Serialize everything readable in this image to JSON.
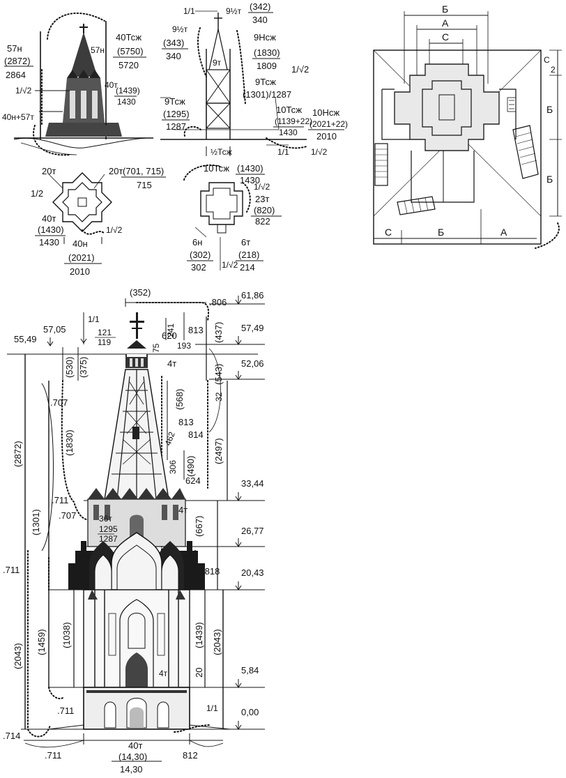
{
  "elevation_small": {
    "labels": [
      {
        "id": "57n",
        "text": "57н"
      },
      {
        "id": "2872p",
        "text": "(2872)"
      },
      {
        "id": "2864",
        "text": "2864"
      },
      {
        "id": "inv_sqrt2_a",
        "text": "1/√2"
      },
      {
        "id": "40n57t",
        "text": "40н+57т"
      },
      {
        "id": "57n_top",
        "text": "57н"
      },
      {
        "id": "40tszh",
        "text": "40Тсж"
      },
      {
        "id": "5750p",
        "text": "(5750)"
      },
      {
        "id": "5720",
        "text": "5720"
      },
      {
        "id": "40t",
        "text": "40т"
      },
      {
        "id": "1439p",
        "text": "(1439)"
      },
      {
        "id": "1430",
        "text": "1430"
      }
    ]
  },
  "section_small": {
    "labels": [
      {
        "id": "one_over_one",
        "text": "1/1"
      },
      {
        "id": "nine_half_t_a",
        "text": "9½т"
      },
      {
        "id": "342p",
        "text": "(342)"
      },
      {
        "id": "340a",
        "text": "340"
      },
      {
        "id": "nine_half_t_b",
        "text": "9½т"
      },
      {
        "id": "343p",
        "text": "(343)"
      },
      {
        "id": "340b",
        "text": "340"
      },
      {
        "id": "9t",
        "text": "9т"
      },
      {
        "id": "9nszh",
        "text": "9Нсж"
      },
      {
        "id": "1830p",
        "text": "(1830)"
      },
      {
        "id": "1809",
        "text": "1809"
      },
      {
        "id": "inv_sqrt2_b",
        "text": "1/√2"
      },
      {
        "id": "9tszh_a",
        "text": "9Тсж"
      },
      {
        "id": "1301_1287",
        "text": "(1301)/1287"
      },
      {
        "id": "9tszh_b",
        "text": "9Тсж"
      },
      {
        "id": "1295p",
        "text": "(1295)"
      },
      {
        "id": "1287",
        "text": "1287"
      },
      {
        "id": "10tszh_a",
        "text": "10Тсж"
      },
      {
        "id": "1139p",
        "text": "(1139+22)"
      },
      {
        "id": "1430b",
        "text": "1430"
      },
      {
        "id": "10nszh",
        "text": "10Нсж"
      },
      {
        "id": "2021p",
        "text": "(2021+22)"
      },
      {
        "id": "2010",
        "text": "2010"
      },
      {
        "id": "half_tszh",
        "text": "½Тсж"
      },
      {
        "id": "one_one",
        "text": "1/1"
      },
      {
        "id": "inv_sqrt2_c",
        "text": "1/√2"
      }
    ]
  },
  "plan_small_left": {
    "labels": [
      {
        "id": "20t_a",
        "text": "20т"
      },
      {
        "id": "20t_b",
        "text": "20т"
      },
      {
        "id": "701p",
        "text": "(701, 715)"
      },
      {
        "id": "715",
        "text": "715"
      },
      {
        "id": "half",
        "text": "1/2"
      },
      {
        "id": "40t_b",
        "text": "40т"
      },
      {
        "id": "1430p",
        "text": "(1430)"
      },
      {
        "id": "1430c",
        "text": "1430"
      },
      {
        "id": "inv_sqrt2_d",
        "text": "1/√2"
      },
      {
        "id": "40n",
        "text": "40н"
      },
      {
        "id": "2021p_b",
        "text": "(2021)"
      },
      {
        "id": "2010b",
        "text": "2010"
      }
    ]
  },
  "plan_small_right": {
    "labels": [
      {
        "id": "10tszh_b",
        "text": "10Тсж"
      },
      {
        "id": "1430p_b",
        "text": "(1430)"
      },
      {
        "id": "1430d",
        "text": "1430"
      },
      {
        "id": "inv_sqrt2_e",
        "text": "1/√2"
      },
      {
        "id": "23t",
        "text": "23т"
      },
      {
        "id": "820p",
        "text": "(820)"
      },
      {
        "id": "822",
        "text": "822"
      },
      {
        "id": "6n",
        "text": "6н"
      },
      {
        "id": "302p",
        "text": "(302)"
      },
      {
        "id": "302",
        "text": "302"
      },
      {
        "id": "6t",
        "text": "6т"
      },
      {
        "id": "218p",
        "text": "(218)"
      },
      {
        "id": "214",
        "text": "214"
      },
      {
        "id": "inv_sqrt2_f",
        "text": "1/√2"
      }
    ]
  },
  "plan_large": {
    "top": [
      {
        "id": "B_top",
        "text": "Б"
      },
      {
        "id": "A_top",
        "text": "А"
      },
      {
        "id": "C_top",
        "text": "С"
      }
    ],
    "right": [
      {
        "id": "C_right",
        "text": "С"
      },
      {
        "id": "two_right",
        "text": "2"
      },
      {
        "id": "B_right_a",
        "text": "Б"
      },
      {
        "id": "B_right_b",
        "text": "Б"
      }
    ],
    "bottom": [
      {
        "id": "C_bottom",
        "text": "С"
      },
      {
        "id": "B_bottom",
        "text": "Б"
      },
      {
        "id": "A_bottom",
        "text": "А"
      }
    ]
  },
  "elevation_large": {
    "levels": [
      {
        "id": "lv6186",
        "text": "61,86"
      },
      {
        "id": "lv5749",
        "text": "57,49"
      },
      {
        "id": "lv5705",
        "text": "57,05"
      },
      {
        "id": "lv5549",
        "text": "55,49"
      },
      {
        "id": "lv5206",
        "text": "52,06"
      },
      {
        "id": "lv3344",
        "text": "33,44"
      },
      {
        "id": "lv2677",
        "text": "26,77"
      },
      {
        "id": "lv2043",
        "text": "20,43"
      },
      {
        "id": "lv584",
        "text": "5,84"
      },
      {
        "id": "lv000",
        "text": "0,00"
      }
    ],
    "dims": [
      {
        "id": "d352",
        "text": "(352)"
      },
      {
        "id": "d806",
        "text": ".806"
      },
      {
        "id": "d11",
        "text": "1/1"
      },
      {
        "id": "d121",
        "text": "121"
      },
      {
        "id": "d119",
        "text": "119"
      },
      {
        "id": "d241",
        "text": "241"
      },
      {
        "id": "d620",
        "text": "620"
      },
      {
        "id": "d813a",
        "text": "813"
      },
      {
        "id": "d437",
        "text": "(437)"
      },
      {
        "id": "d193",
        "text": "193"
      },
      {
        "id": "d75",
        "text": "75"
      },
      {
        "id": "d530",
        "text": "(530)"
      },
      {
        "id": "d375",
        "text": "(375)"
      },
      {
        "id": "d4t_a",
        "text": "4т"
      },
      {
        "id": "d543",
        "text": "(543)"
      },
      {
        "id": "d707a",
        "text": ".707"
      },
      {
        "id": "d2872",
        "text": "(2872)"
      },
      {
        "id": "d1830",
        "text": "(1830)"
      },
      {
        "id": "d568",
        "text": "(568)"
      },
      {
        "id": "d813b",
        "text": "813"
      },
      {
        "id": "d32",
        "text": "32"
      },
      {
        "id": "d2497",
        "text": "(2497)"
      },
      {
        "id": "d814",
        "text": "814"
      },
      {
        "id": "d462",
        "text": "462"
      },
      {
        "id": "d490",
        "text": "(490)"
      },
      {
        "id": "d306",
        "text": "306"
      },
      {
        "id": "d624",
        "text": "624"
      },
      {
        "id": "d711a",
        "text": ".711"
      },
      {
        "id": "d4t_b",
        "text": "4т"
      },
      {
        "id": "d707b",
        "text": ".707"
      },
      {
        "id": "d36t",
        "text": "36т"
      },
      {
        "id": "d1295",
        "text": "1295"
      },
      {
        "id": "d1287",
        "text": "1287"
      },
      {
        "id": "d667",
        "text": "(667)"
      },
      {
        "id": "d1301",
        "text": "(1301)"
      },
      {
        "id": "d711b",
        "text": ".711"
      },
      {
        "id": "d818",
        "text": ".818"
      },
      {
        "id": "d2043l",
        "text": "(2043)"
      },
      {
        "id": "d1459",
        "text": "(1459)"
      },
      {
        "id": "d1038",
        "text": "(1038)"
      },
      {
        "id": "d1439",
        "text": "(1439)"
      },
      {
        "id": "d2043r",
        "text": "(2043)"
      },
      {
        "id": "d20",
        "text": "20"
      },
      {
        "id": "d4t_c",
        "text": "4т"
      },
      {
        "id": "d711c",
        "text": ".711"
      },
      {
        "id": "d11b",
        "text": "1/1"
      },
      {
        "id": "d714",
        "text": ".714"
      },
      {
        "id": "d711d",
        "text": ".711"
      },
      {
        "id": "d40t",
        "text": "40т"
      },
      {
        "id": "d1430p",
        "text": "(14,30)"
      },
      {
        "id": "d1430",
        "text": "14,30"
      },
      {
        "id": "d812",
        "text": "812"
      }
    ]
  }
}
